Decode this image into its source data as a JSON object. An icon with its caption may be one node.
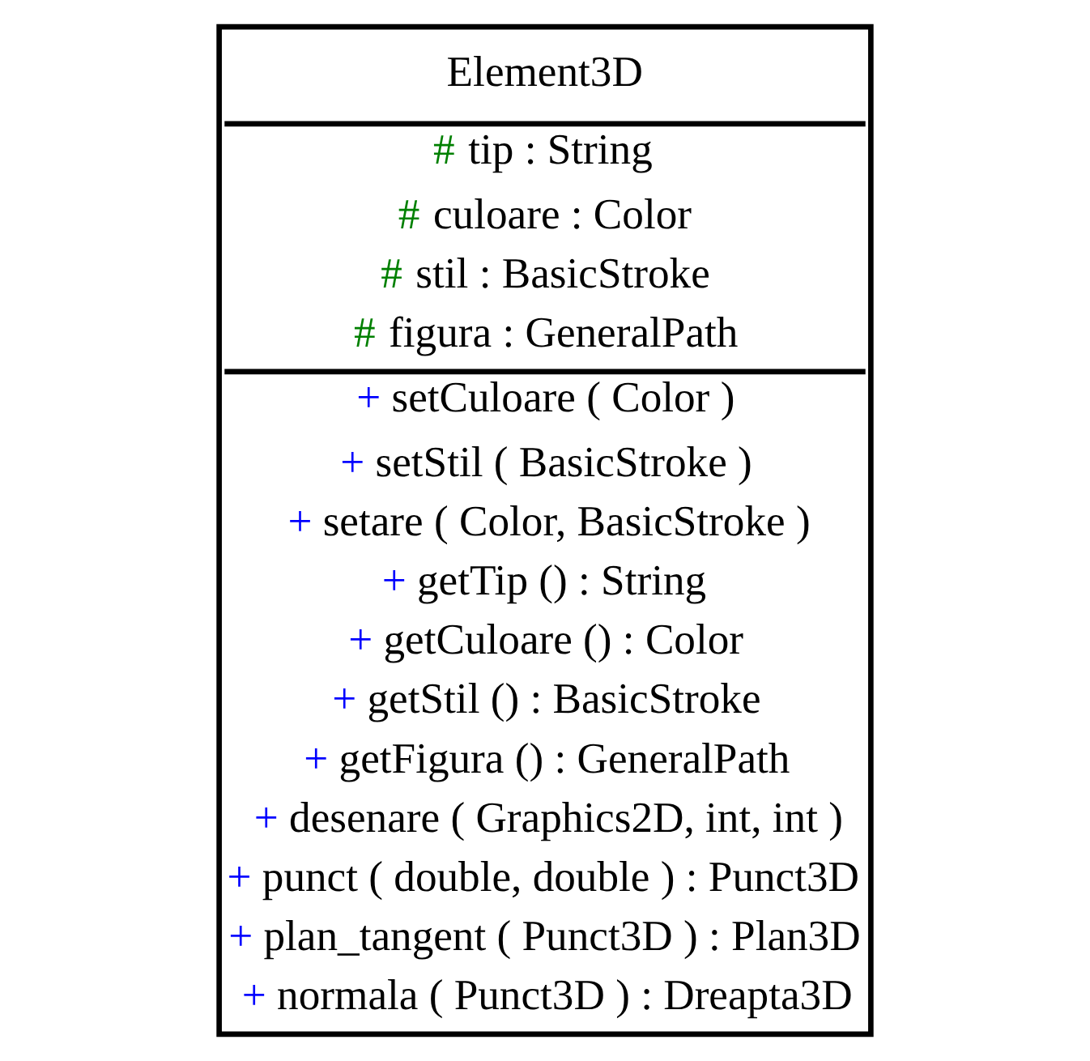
{
  "diagram": {
    "nodes": [
      {
        "text": [
          "Element3D",
          "# tip : String",
          "# culoare : Color",
          "# stil : BasicStroke",
          "# figura : GeneralPath",
          "+ setCuloare ( Color )",
          "+ setStil ( BasicStroke )",
          "+ setare ( Color, BasicStroke )",
          "+ getTip () : String",
          "+ getCuloare () : Color",
          "+ getStil () : BasicStroke",
          "+ getFigura () : GeneralPath",
          "+ desenare ( Graphics2D, int, int )",
          "+ punct ( double, double ) : Punct3D",
          "+ plan_tangent ( Punct3D ) : Plan3D",
          "+ normala ( Punct3D ) : Dreapta3D"
        ]
      }
    ],
    "edges": []
  }
}
